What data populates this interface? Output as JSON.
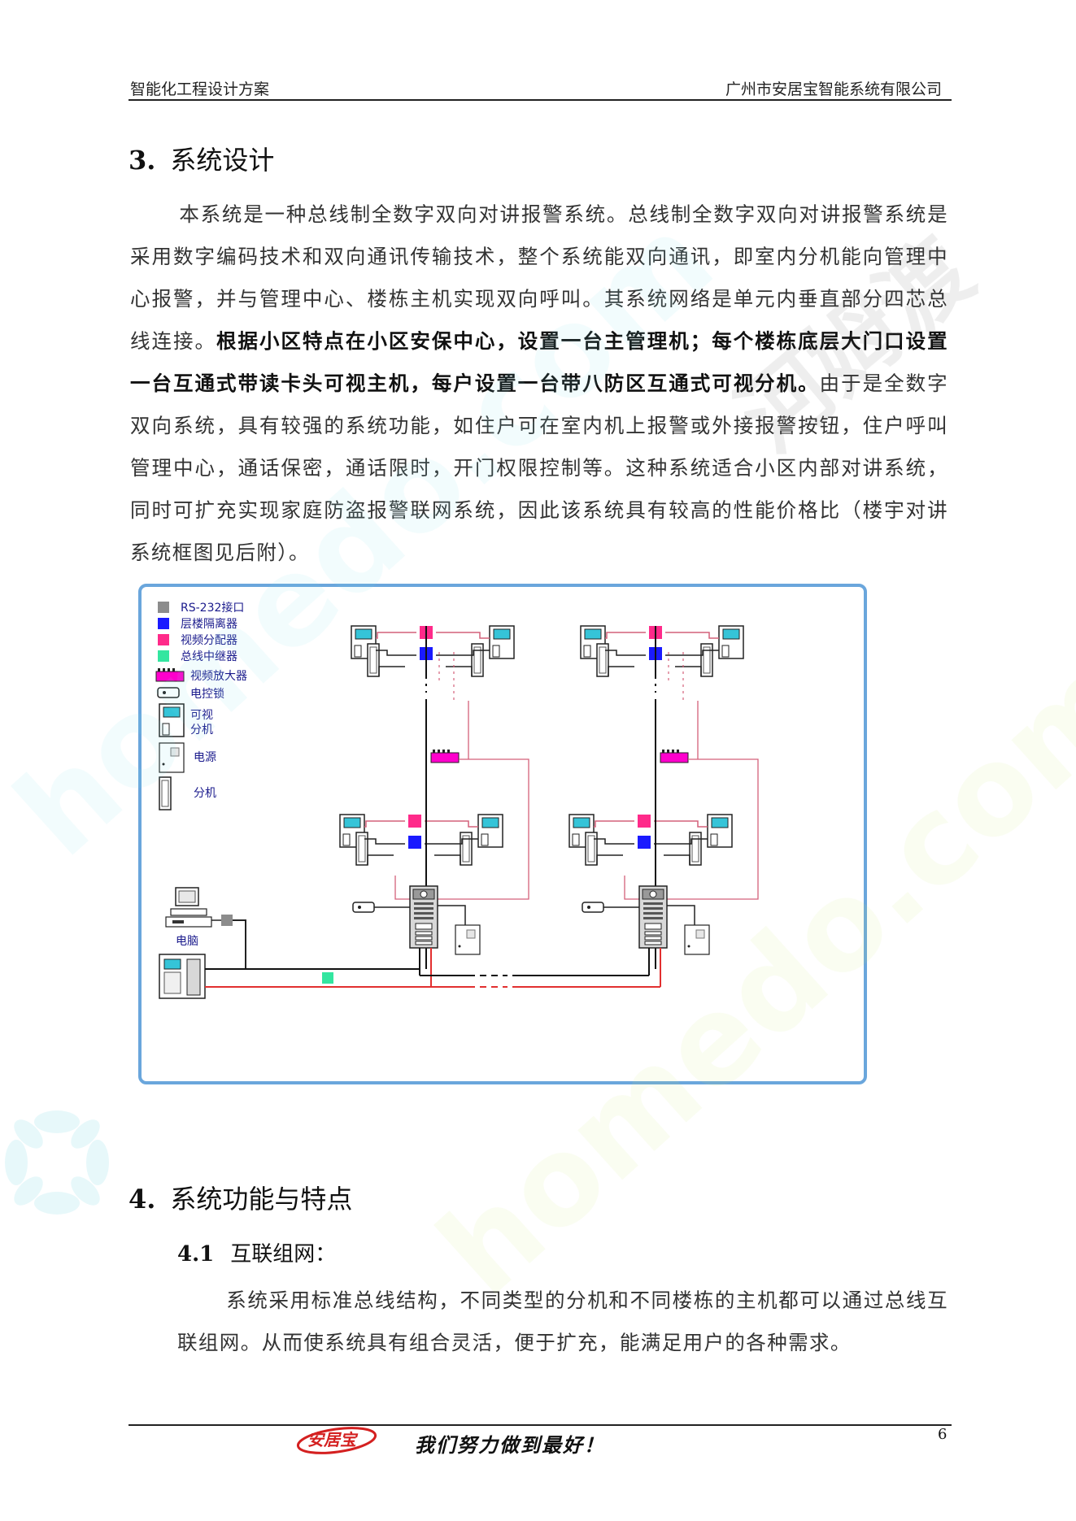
{
  "header": {
    "left": "智能化工程设计方案",
    "right": "广州市安居宝智能系统有限公司"
  },
  "section3": {
    "number": "3.",
    "title": "系统设计",
    "para_1": "本系统是一种总线制全数字双向对讲报警系统。总线制全数字双向对讲报警系统是采用数字编码技术和双向通讯传输技术，整个系统能双向通讯，即室内分机能向管理中心报警，并与管理中心、楼栋主机实现双向呼叫。其系统网络是单元内垂直部分四芯总线连接。",
    "para_bold": "根据小区特点在小区安保中心，设置一台主管理机；每个楼栋底层大门口设置一台互通式带读卡头可视主机，每户设置一台带八防区互通式可视分机。",
    "para_2": "由于是全数字双向系统，具有较强的系统功能，如住户可在室内机上报警或外接报警按钮，住户呼叫管理中心，通话保密，通话限时，开门权限控制等。这种系统适合小区内部对讲系统，同时可扩充实现家庭防盗报警联网系统，因此该系统具有较高的性能价格比（楼宇对讲系统框图见后附）。"
  },
  "diagram": {
    "legend": [
      {
        "label": "RS-232接口",
        "color": "#8c8c8c"
      },
      {
        "label": "层楼隔离器",
        "color": "#1a1aff"
      },
      {
        "label": "视频分配器",
        "color": "#ff2a8a"
      },
      {
        "label": "总线中继器",
        "color": "#33e6a0"
      },
      {
        "label": "视频放大器",
        "color": "#ff00cc"
      },
      {
        "label": "电控锁"
      },
      {
        "label": "可视\n分机"
      },
      {
        "label": "电源"
      },
      {
        "label": "分机"
      }
    ],
    "computer_label": "电脑",
    "colors": {
      "frame": "#6aa6dc",
      "legend_text": "#1a1a8c",
      "red_wire": "#e23030",
      "pink_wire": "#d4607a",
      "bus": "#111111"
    }
  },
  "section4": {
    "number": "4.",
    "title": "系统功能与特点",
    "sub": {
      "number": "4.1",
      "title": "互联组网：",
      "para": "系统采用标准总线结构，不同类型的分机和不同楼栋的主机都可以通过总线互联组网。从而使系统具有组合灵活，便于扩充，能满足用户的各种需求。"
    }
  },
  "footer": {
    "logo_text": "安居宝",
    "slogan": "我们努力做到最好！",
    "page_number": "6"
  },
  "watermark": {
    "text": "homedo.com",
    "cn_text": "河姆渡"
  }
}
